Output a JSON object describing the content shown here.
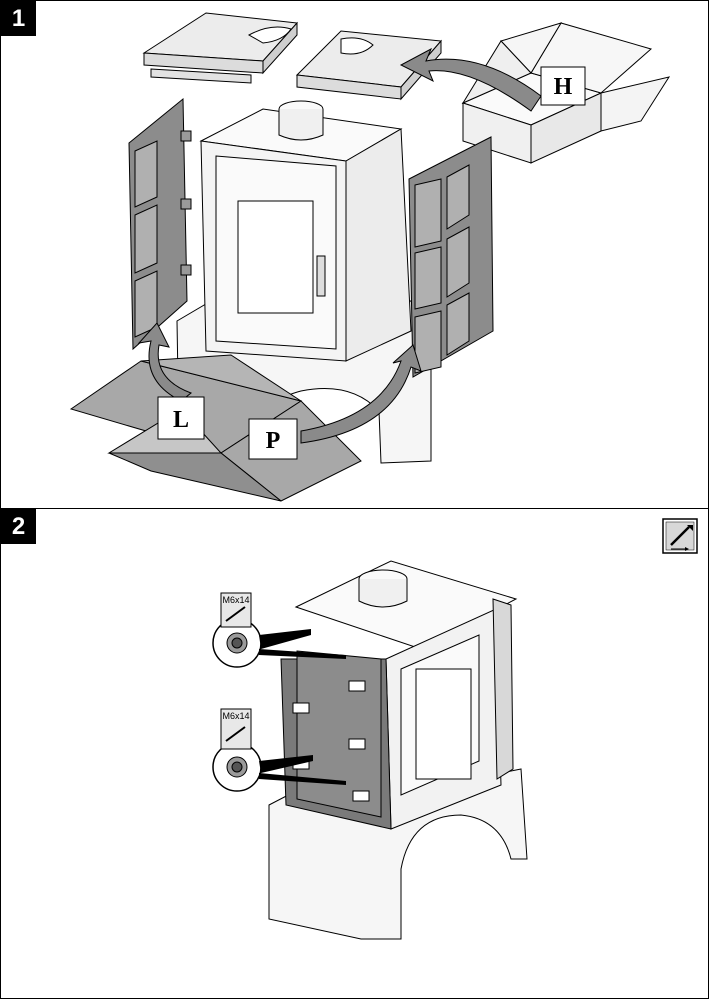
{
  "steps": [
    {
      "number": "1"
    },
    {
      "number": "2"
    }
  ],
  "step1": {
    "labels": {
      "h": "H",
      "l": "L",
      "p": "P"
    }
  },
  "step2": {
    "screw_spec_top": "M6x14",
    "screw_spec_bottom": "M6x14"
  },
  "colors": {
    "line": "#000000",
    "panel_dark": "#8c8c8c",
    "panel_inner": "#b0b0b0",
    "box_flat": "#a8a8a8",
    "arrow_fill": "#8a8a8a",
    "stove_light": "#f4f4f4"
  }
}
